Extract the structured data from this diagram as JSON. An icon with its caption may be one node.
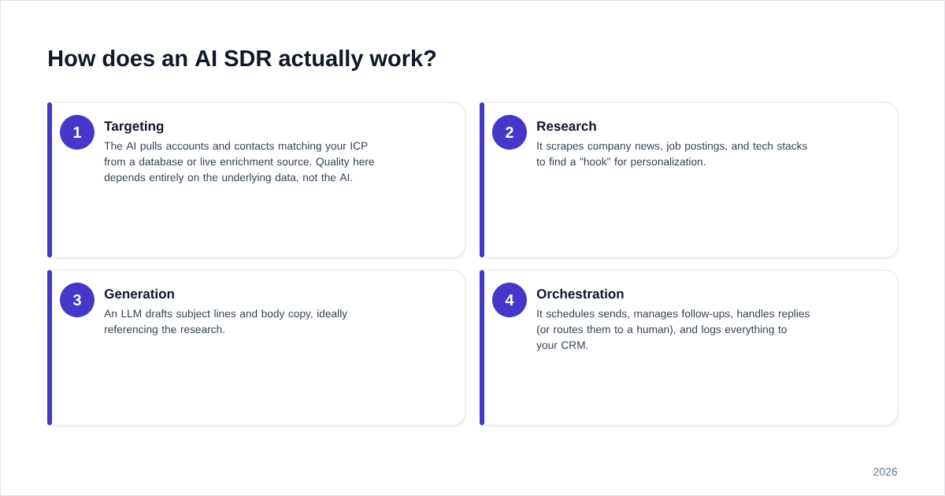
{
  "diagram": {
    "title": "How does an AI SDR actually work?",
    "nodes": [
      {
        "text": [
          "Targeting",
          "The AI pulls accounts and contacts matching your ICP from a database or live enrichment source. Quality here depends entirely on the underlying data, not the AI."
        ]
      },
      {
        "text": [
          "1"
        ],
        "in": 0
      },
      {
        "text": [
          "Research",
          "It scrapes company news, job postings, and tech stacks to find a \"hook\" for personalization."
        ]
      },
      {
        "text": [
          "2"
        ],
        "in": 2
      },
      {
        "text": [
          "Generation",
          "An LLM drafts subject lines and body copy, ideally referencing the research."
        ]
      },
      {
        "text": [
          "3"
        ],
        "in": 4
      },
      {
        "text": [
          "Orchestration",
          "It schedules sends, manages follow-ups, handles replies (or routes them to a human), and logs everything to your CRM."
        ]
      },
      {
        "text": [
          "4"
        ],
        "in": 6
      }
    ],
    "labels": [
      "2026"
    ]
  }
}
